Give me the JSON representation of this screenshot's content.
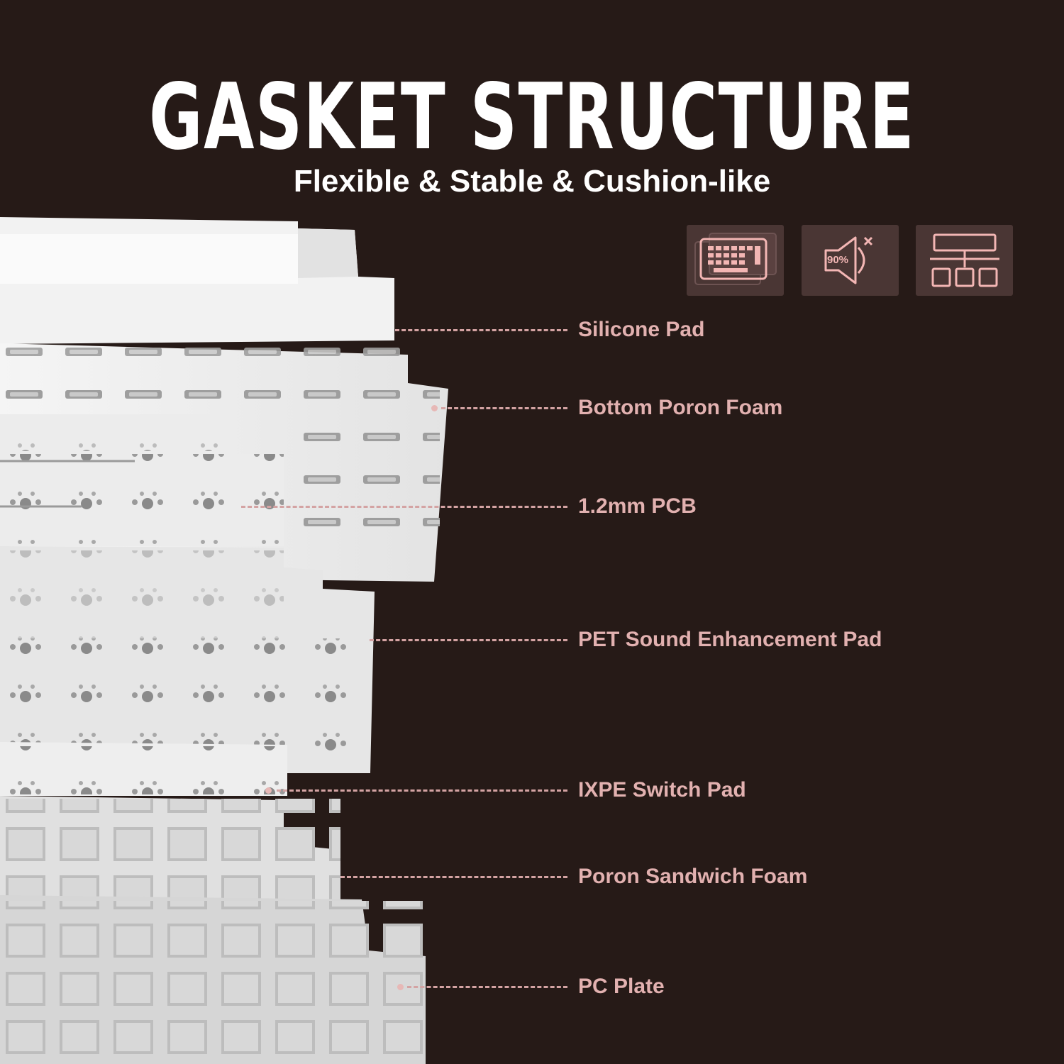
{
  "header": {
    "title": "GASKET STRUCTURE",
    "subtitle": "Flexible & Stable & Cushion-like"
  },
  "feature_icons": [
    {
      "icon": "stacked-keyboard-icon",
      "text": ""
    },
    {
      "icon": "muted-speaker-icon",
      "text": "90%"
    },
    {
      "icon": "layered-structure-icon",
      "text": ""
    }
  ],
  "layers": [
    {
      "label": "Silicone Pad"
    },
    {
      "label": "Bottom Poron Foam"
    },
    {
      "label": "1.2mm PCB"
    },
    {
      "label": "PET Sound Enhancement Pad"
    },
    {
      "label": "IXPE Switch Pad"
    },
    {
      "label": "Poron Sandwich Foam"
    },
    {
      "label": "PC Plate"
    }
  ],
  "colors": {
    "background": "#261a17",
    "accent_pink": "#e2b1b0",
    "icon_box": "#4a3634"
  }
}
